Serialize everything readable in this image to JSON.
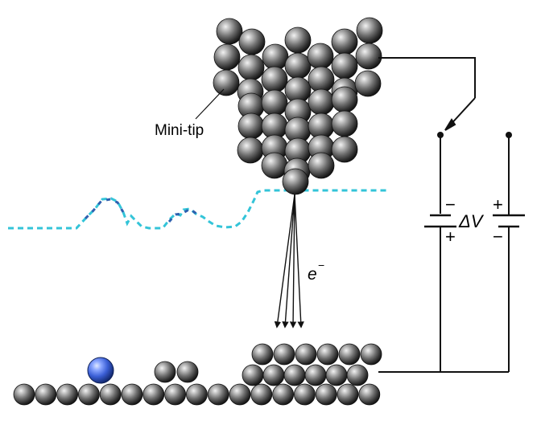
{
  "labels": {
    "mini_tip": "Mini-tip",
    "electron_base": "e",
    "electron_superscript": "−",
    "delta_v": "ΔV",
    "battery_left_top": "−",
    "battery_left_bottom": "+",
    "battery_right_top": "+",
    "battery_right_bottom": "−"
  },
  "colors": {
    "atom_fill": "#5a5a5a",
    "adatom_fill": "#3b5fd6",
    "trace_light": "#33c4d8",
    "trace_dark": "#2e5fae",
    "wire": "#111111"
  },
  "icons": {
    "atom": "gray-sphere-icon",
    "adatom": "blue-sphere-icon",
    "switch": "switch-icon",
    "battery": "battery-icon"
  }
}
